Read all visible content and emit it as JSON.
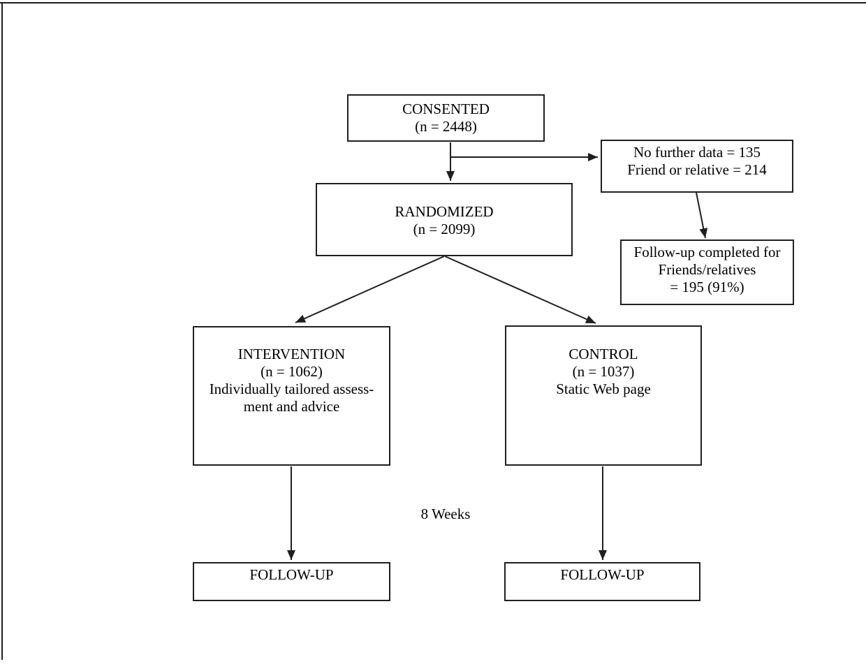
{
  "diagram": {
    "nodes": {
      "consented": {
        "lines": [
          "CONSENTED",
          "(n = 2448)"
        ]
      },
      "exclusions": {
        "lines": [
          "No further data = 135",
          "Friend or relative = 214"
        ]
      },
      "randomized": {
        "lines": [
          "RANDOMIZED",
          "(n = 2099)"
        ]
      },
      "friends_followup": {
        "lines": [
          "Follow-up completed for",
          "Friends/relatives",
          "= 195 (91%)"
        ]
      },
      "intervention": {
        "lines": [
          "INTERVENTION",
          "(n = 1062)",
          "Individually tailored assess-",
          "ment and advice"
        ]
      },
      "control": {
        "lines": [
          "CONTROL",
          "(n = 1037)",
          "Static Web page"
        ]
      },
      "followup_intervention": {
        "lines": [
          "FOLLOW-UP"
        ]
      },
      "followup_control": {
        "lines": [
          "FOLLOW-UP"
        ]
      }
    },
    "annotations": {
      "interval_label": "8 Weeks"
    },
    "colors": {
      "line": "#1f1f1f",
      "text": "#000000",
      "background": "#ffffff"
    }
  }
}
